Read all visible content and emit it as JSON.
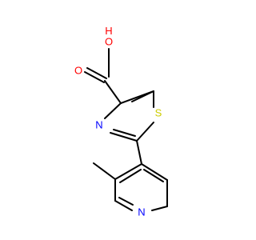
{
  "molecule": {
    "atoms": [
      {
        "id": "o-top",
        "symbol": "O",
        "hydrogen": "H",
        "color": "#ff0000"
      },
      {
        "id": "o-left",
        "symbol": "O",
        "color": "#ff0000"
      },
      {
        "id": "n-thiazole",
        "symbol": "N",
        "color": "#0000ff"
      },
      {
        "id": "s-thiazole",
        "symbol": "S",
        "color": "#cccc00"
      },
      {
        "id": "n-pyridine",
        "symbol": "N",
        "color": "#0000ff"
      }
    ]
  }
}
